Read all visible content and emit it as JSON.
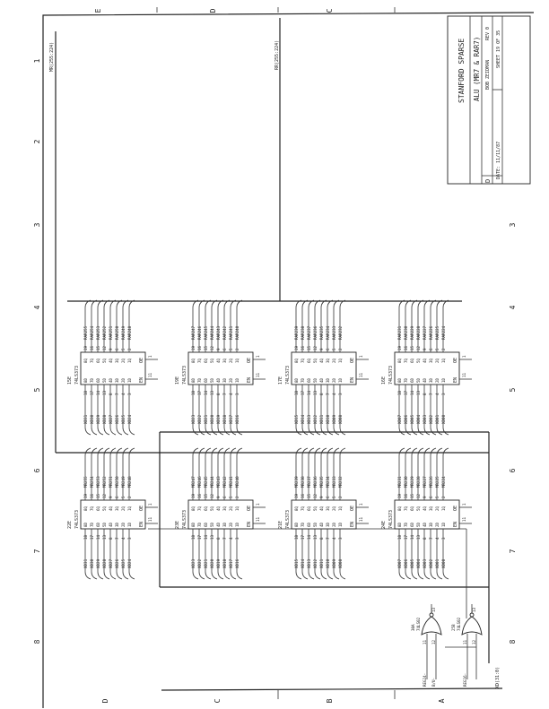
{
  "title_block": {
    "company": "STANFORD SPARSE",
    "title": "ALU (MR7 & RAR7)",
    "engineer": "BOB ZEIDMAN",
    "rev": "REV 0",
    "size": "D",
    "date": "DATE: 11/11/87",
    "sheet": "SHEET 19 OF 35"
  },
  "buses": {
    "mr_bus": "MR(255:224)",
    "rr_bus": "RR(255:224)",
    "xd_bus": "XD(31:0)"
  },
  "grid": {
    "numbers": [
      "1",
      "2",
      "3",
      "4",
      "5",
      "6",
      "7",
      "8"
    ],
    "letters_top": [
      "E",
      "D",
      "C"
    ],
    "letters_bottom": [
      "D",
      "C",
      "B",
      "A"
    ]
  },
  "chip_pins": {
    "d_names": [
      "8D",
      "7D",
      "6D",
      "5D",
      "4D",
      "3D",
      "2D",
      "1D"
    ],
    "q_names": [
      "8Q",
      "7Q",
      "6Q",
      "5Q",
      "4Q",
      "3Q",
      "2Q",
      "1Q"
    ],
    "d_pins": [
      "18",
      "17",
      "14",
      "13",
      "8",
      "7",
      "4",
      "3"
    ],
    "q_pins": [
      "19",
      "16",
      "15",
      "12",
      "9",
      "6",
      "5",
      "2"
    ],
    "en": "EN",
    "oe": "OE",
    "en_pin": "11",
    "oe_pin": "1"
  },
  "chips": [
    {
      "ref": "15E",
      "type": "74LS373",
      "row": "upper",
      "inputs": [
        "XD31",
        "XD30",
        "XD29",
        "XD28",
        "XD27",
        "XD26",
        "XD25",
        "XD24"
      ],
      "outputs": [
        "RAR255",
        "RAR254",
        "RAR253",
        "RAR252",
        "RAR251",
        "RAR250",
        "RAR249",
        "RAR248"
      ]
    },
    {
      "ref": "19E",
      "type": "74LS373",
      "row": "upper",
      "inputs": [
        "XD23",
        "XD22",
        "XD21",
        "XD20",
        "XD19",
        "XD18",
        "XD17",
        "XD16"
      ],
      "outputs": [
        "RAR247",
        "RAR246",
        "RAR245",
        "RAR244",
        "RAR243",
        "RAR242",
        "RAR241",
        "RAR240"
      ]
    },
    {
      "ref": "17E",
      "type": "74LS373",
      "row": "upper",
      "inputs": [
        "XD15",
        "XD14",
        "XD13",
        "XD12",
        "XD11",
        "XD10",
        "XD09",
        "XD08"
      ],
      "outputs": [
        "RAR239",
        "RAR238",
        "RAR237",
        "RAR236",
        "RAR235",
        "RAR234",
        "RAR233",
        "RAR232"
      ]
    },
    {
      "ref": "16E",
      "type": "74LS373",
      "row": "upper",
      "inputs": [
        "XD07",
        "XD06",
        "XD05",
        "XD04",
        "XD03",
        "XD02",
        "XD01",
        "XD00"
      ],
      "outputs": [
        "RAR231",
        "RAR230",
        "RAR229",
        "RAR228",
        "RAR227",
        "RAR226",
        "RAR225",
        "RAR224"
      ]
    },
    {
      "ref": "22E",
      "type": "74LS373",
      "row": "lower",
      "inputs": [
        "XD31",
        "XD30",
        "XD29",
        "XD28",
        "XD27",
        "XD26",
        "XD25",
        "XD24"
      ],
      "outputs": [
        "MR255",
        "MR254",
        "MR253",
        "MR252",
        "MR251",
        "MR250",
        "MR249",
        "MR248"
      ]
    },
    {
      "ref": "23E",
      "type": "74LS373",
      "row": "lower",
      "inputs": [
        "XD23",
        "XD22",
        "XD21",
        "XD20",
        "XD19",
        "XD18",
        "XD17",
        "XD16"
      ],
      "outputs": [
        "MR247",
        "MR246",
        "MR245",
        "MR244",
        "MR243",
        "MR242",
        "MR241",
        "MR240"
      ]
    },
    {
      "ref": "21E",
      "type": "74LS373",
      "row": "lower",
      "inputs": [
        "XD15",
        "XD14",
        "XD13",
        "XD12",
        "XD11",
        "XD10",
        "XD09",
        "XD08"
      ],
      "outputs": [
        "MR239",
        "MR238",
        "MR237",
        "MR236",
        "MR235",
        "MR234",
        "MR233",
        "MR232"
      ]
    },
    {
      "ref": "24E",
      "type": "74LS373",
      "row": "lower",
      "inputs": [
        "XD07",
        "XD06",
        "XD05",
        "XD04",
        "XD03",
        "XD02",
        "XD01",
        "XD00"
      ],
      "outputs": [
        "MR231",
        "MR230",
        "MR229",
        "MR228",
        "MR227",
        "MR226",
        "MR225",
        "MR224"
      ]
    }
  ],
  "gates": [
    {
      "ref": "30A",
      "type": "74LS02",
      "in_pins": [
        "11",
        "12"
      ],
      "out_pin": "13",
      "inputs": [
        "REG24-",
        "B/U-"
      ]
    },
    {
      "ref": "25B",
      "type": "74LS02",
      "in_pins": [
        "11",
        "12"
      ],
      "out_pin": "13",
      "inputs": [
        "REG16-"
      ]
    }
  ]
}
